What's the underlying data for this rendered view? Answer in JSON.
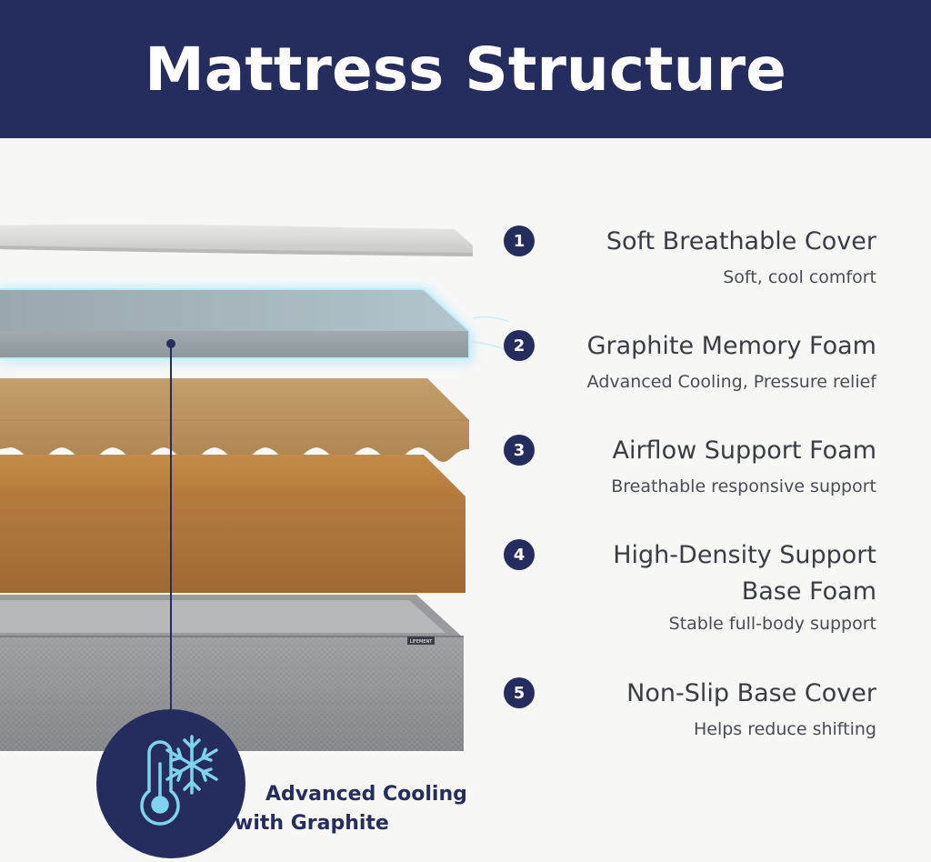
{
  "header": {
    "title": "Mattress Structure"
  },
  "brand_tag": "LIFEMENT",
  "layers": [
    {
      "number": "1",
      "title": "Soft Breathable Cover",
      "description": "Soft, cool comfort"
    },
    {
      "number": "2",
      "title": "Graphite Memory Foam",
      "description": "Advanced Cooling, Pressure relief"
    },
    {
      "number": "3",
      "title": "Airflow Support Foam",
      "description": "Breathable responsive support"
    },
    {
      "number": "4",
      "title_line1": "High-Density Support",
      "title_line2": "Base Foam",
      "description": "Stable full-body support"
    },
    {
      "number": "5",
      "title": "Non-Slip Base Cover",
      "description": "Helps reduce shifting"
    }
  ],
  "badge": {
    "line1": "Advanced Cooling",
    "line2": "with Graphite",
    "icon": "thermometer-snowflake-icon"
  },
  "colors": {
    "navy": "#252c5e",
    "cooling_blue": "#7fd3ee",
    "foam_tan": "#b88a4f",
    "base_grey": "#8f9093"
  }
}
